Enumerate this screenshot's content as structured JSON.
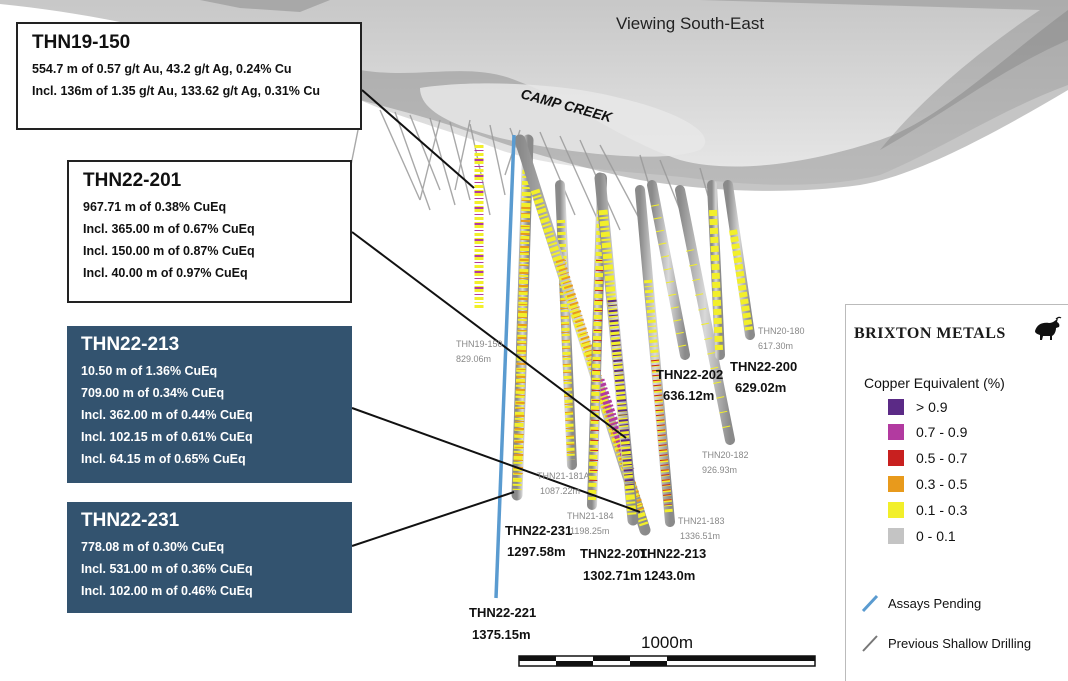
{
  "view_label": "Viewing South-East",
  "site_label": "CAMP CREEK",
  "callouts": {
    "thn19_150": {
      "title": "THN19-150",
      "lines": [
        "554.7 m of 0.57 g/t Au, 43.2 g/t Ag, 0.24% Cu",
        "Incl. 136m of 1.35 g/t Au, 133.62 g/t Ag, 0.31% Cu"
      ]
    },
    "thn22_201": {
      "title": "THN22-201",
      "lines": [
        "967.71 m of 0.38% CuEq",
        "Incl. 365.00 m of 0.67% CuEq",
        "Incl. 150.00 m of 0.87% CuEq",
        "Incl. 40.00 m of 0.97% CuEq"
      ]
    },
    "thn22_213": {
      "title": "THN22-213",
      "lines": [
        "10.50 m of 1.36% CuEq",
        "709.00 m of 0.34% CuEq",
        "Incl. 362.00 m of 0.44% CuEq",
        "Incl. 102.15 m of 0.61% CuEq",
        "Incl. 64.15 m of 0.65% CuEq"
      ]
    },
    "thn22_231": {
      "title": "THN22-231",
      "lines": [
        "778.08 m of 0.30% CuEq",
        "Incl. 531.00 m of 0.36% CuEq",
        "Incl. 102.00 m of 0.46% CuEq"
      ]
    }
  },
  "holes": [
    {
      "name": "THN19-150",
      "depth": "829.06m"
    },
    {
      "name": "THN20-180",
      "depth": "617.30m"
    },
    {
      "name": "THN22-202",
      "depth": "636.12m"
    },
    {
      "name": "THN22-200",
      "depth": "629.02m"
    },
    {
      "name": "THN20-182",
      "depth": "926.93m"
    },
    {
      "name": "THN21-181A",
      "depth": "1087.22m"
    },
    {
      "name": "THN21-184",
      "depth": "1198.25m"
    },
    {
      "name": "THN21-183",
      "depth": "1336.51m"
    },
    {
      "name": "THN22-231",
      "depth": "1297.58m"
    },
    {
      "name": "THN22-201",
      "depth": "1302.71m"
    },
    {
      "name": "THN22-213",
      "depth": "1243.0m"
    },
    {
      "name": "THN22-221",
      "depth": "1375.15m"
    }
  ],
  "legend": {
    "brand": "BRIXTON METALS",
    "title": "Copper Equivalent (%)",
    "items": [
      {
        "label": "> 0.9",
        "color": "#5b2a86"
      },
      {
        "label": "0.7 - 0.9",
        "color": "#b23aa0"
      },
      {
        "label": "0.5 - 0.7",
        "color": "#c8201f"
      },
      {
        "label": "0.3 - 0.5",
        "color": "#e89a1c"
      },
      {
        "label": "0.1 - 0.3",
        "color": "#f2ef2a"
      },
      {
        "label": "0 - 0.1",
        "color": "#c4c4c4"
      }
    ],
    "line_items": [
      {
        "label": "Assays Pending",
        "color": "#5a9bd0",
        "icon": "blue-line-icon"
      },
      {
        "label": "Previous Shallow Drilling",
        "color": "#777777",
        "icon": "grey-line-icon"
      }
    ]
  },
  "scale_bar": {
    "label": "1000m"
  }
}
